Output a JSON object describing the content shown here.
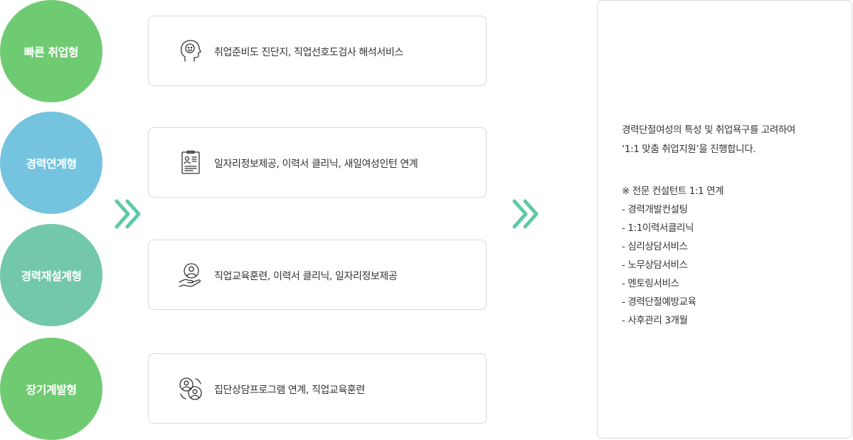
{
  "types": [
    {
      "label": "빠른 취업형",
      "color": "#6fcb72"
    },
    {
      "label": "경력연계형",
      "color": "#74c4e0"
    },
    {
      "label": "경력재설계형",
      "color": "#72c8a8"
    },
    {
      "label": "장기계발형",
      "color": "#6fcb72"
    }
  ],
  "services": [
    {
      "icon": "head-smile-icon",
      "text": "취업준비도 진단지, 직업선호도검사 해석서비스"
    },
    {
      "icon": "resume-document-icon",
      "text": "일자리정보제공, 이력서 클리닉, 새일여성인턴 연계"
    },
    {
      "icon": "hand-person-icon",
      "text": "직업교육훈련, 이력서 클리닉, 일자리정보제공"
    },
    {
      "icon": "group-counsel-icon",
      "text": "집단상담프로그램 연계, 직업교육훈련"
    }
  ],
  "arrow_color": "#5cc9a7",
  "panel": {
    "desc_line1": "경력단절여성의 특성 및 취업욕구를 고려하여",
    "desc_line2": "‘1:1 맞춤 취업지원’을 진행합니다.",
    "note_title": "※ 전문 컨설턴트 1:1 연계",
    "items": [
      "- 경력개발컨설팅",
      "- 1:1이력서클리닉",
      "- 심리상담서비스",
      "- 노무상담서비스",
      "- 멘토링서비스",
      "- 경력단절예방교육",
      "- 사후관리 3개월"
    ]
  }
}
